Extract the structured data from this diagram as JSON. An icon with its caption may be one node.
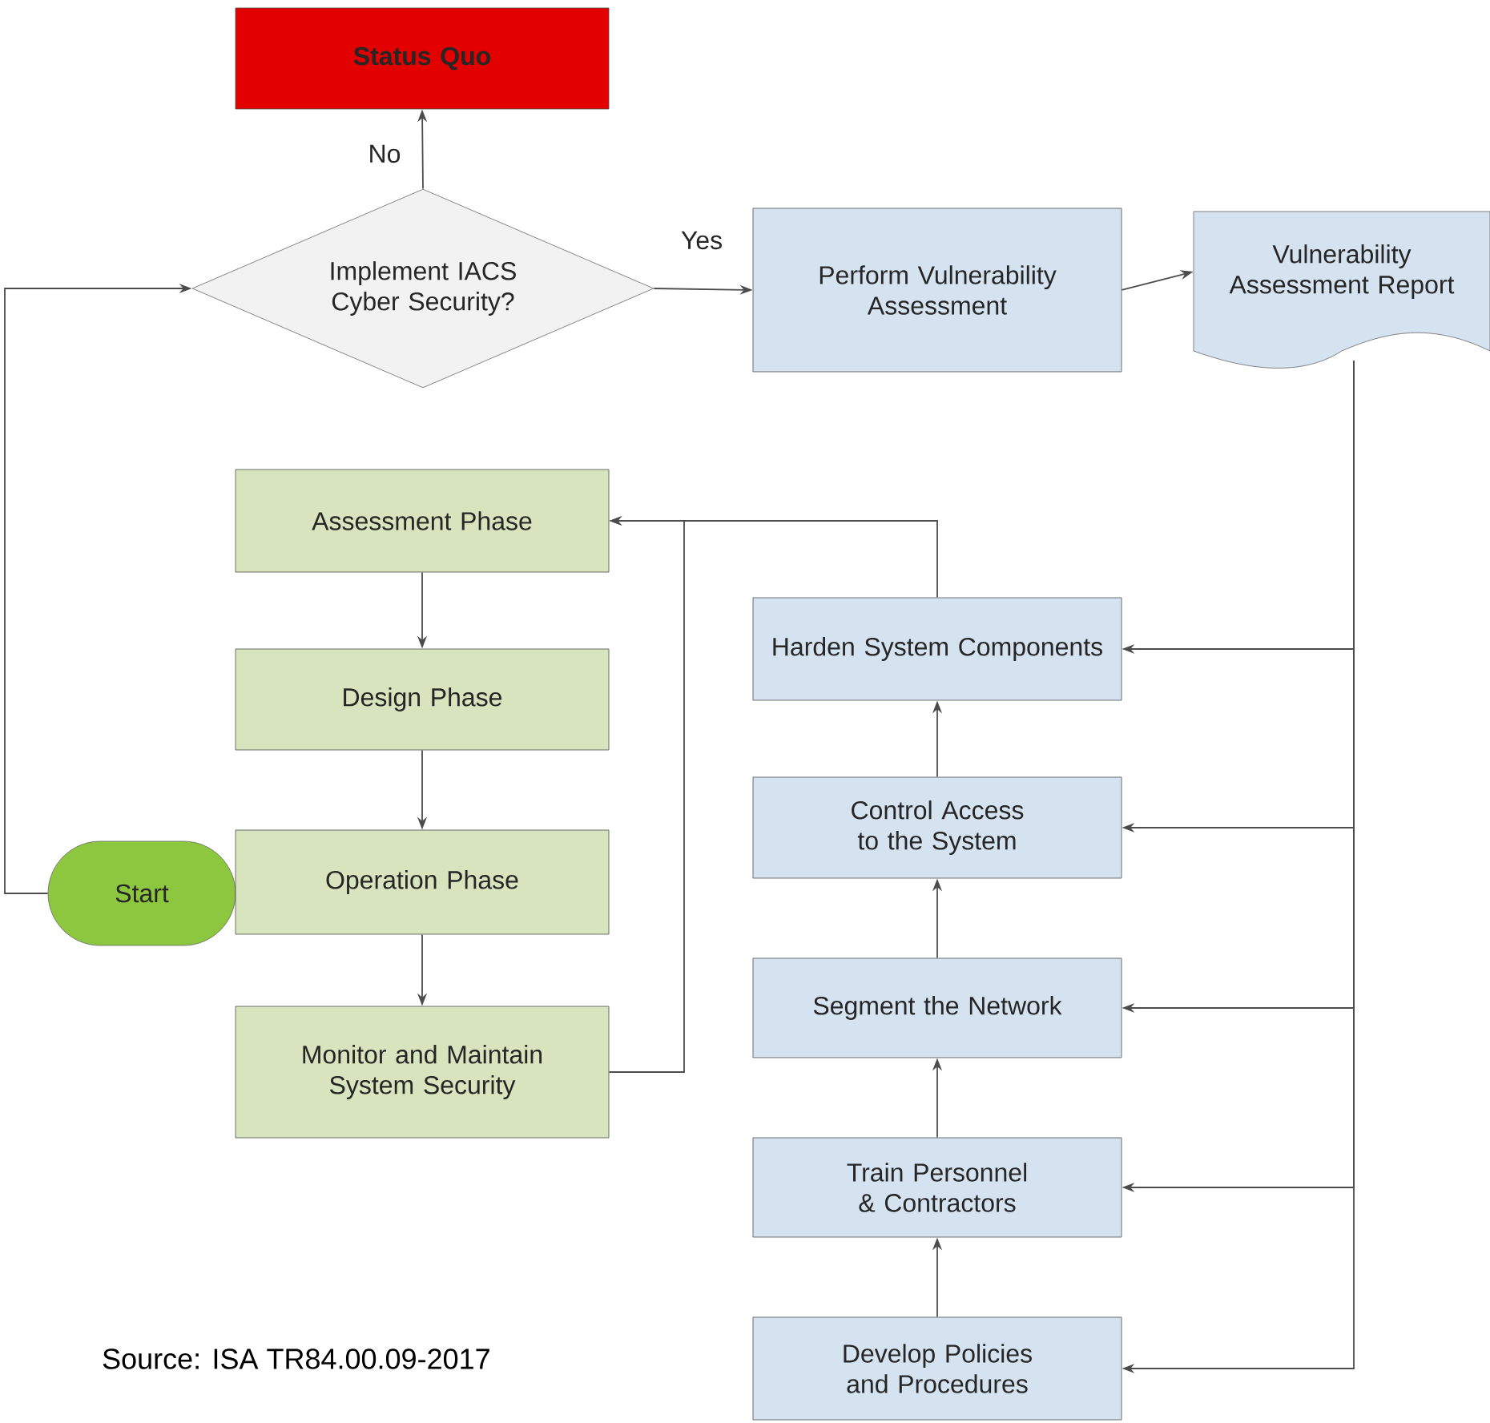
{
  "diagram": {
    "nodes": [
      {
        "text": [
          "Status Quo"
        ]
      },
      {
        "text": [
          "Implement IACS Cyber Security?"
        ]
      },
      {
        "text": [
          "Perform Vulnerability Assessment"
        ]
      },
      {
        "text": [
          "Vulnerability Assessment Report"
        ]
      },
      {
        "text": [
          "Assessment Phase"
        ]
      },
      {
        "text": [
          "Design Phase"
        ]
      },
      {
        "text": [
          "Start"
        ]
      },
      {
        "text": [
          "Operation Phase"
        ]
      },
      {
        "text": [
          "Monitor and Maintain System Security"
        ]
      },
      {
        "text": [
          "Harden System Components"
        ]
      },
      {
        "text": [
          "Control Access to the System"
        ]
      },
      {
        "text": [
          "Segment the Network"
        ]
      },
      {
        "text": [
          "Train Personnel & Contractors"
        ]
      },
      {
        "text": [
          "Develop Policies and Procedures"
        ]
      }
    ],
    "edges": [
      {
        "from": 1,
        "to": 0,
        "arrow": "to",
        "label": "No"
      },
      {
        "from": 1,
        "to": 2,
        "arrow": "to",
        "label": "Yes"
      },
      {
        "from": 2,
        "to": 3,
        "arrow": "to"
      },
      {
        "from": 6,
        "to": 1,
        "arrow": "to"
      },
      {
        "from": 4,
        "to": 5,
        "arrow": "to"
      },
      {
        "from": 5,
        "to": 7,
        "arrow": "to"
      },
      {
        "from": 7,
        "to": 8,
        "arrow": "to"
      },
      {
        "from": 8,
        "to": 4,
        "arrow": "to"
      },
      {
        "from": 9,
        "to": 4,
        "arrow": "to"
      },
      {
        "from": 10,
        "to": 9,
        "arrow": "to"
      },
      {
        "from": 11,
        "to": 10,
        "arrow": "to"
      },
      {
        "from": 12,
        "to": 11,
        "arrow": "to"
      },
      {
        "from": 13,
        "to": 12,
        "arrow": "to"
      },
      {
        "from": 3,
        "to": 9,
        "arrow": "to"
      },
      {
        "from": 3,
        "to": 10,
        "arrow": "to"
      },
      {
        "from": 3,
        "to": 11,
        "arrow": "to"
      },
      {
        "from": 3,
        "to": 12,
        "arrow": "to"
      },
      {
        "from": 3,
        "to": 13,
        "arrow": "to"
      }
    ],
    "labels": [
      "Source: ISA TR84.00.09-2017"
    ]
  }
}
